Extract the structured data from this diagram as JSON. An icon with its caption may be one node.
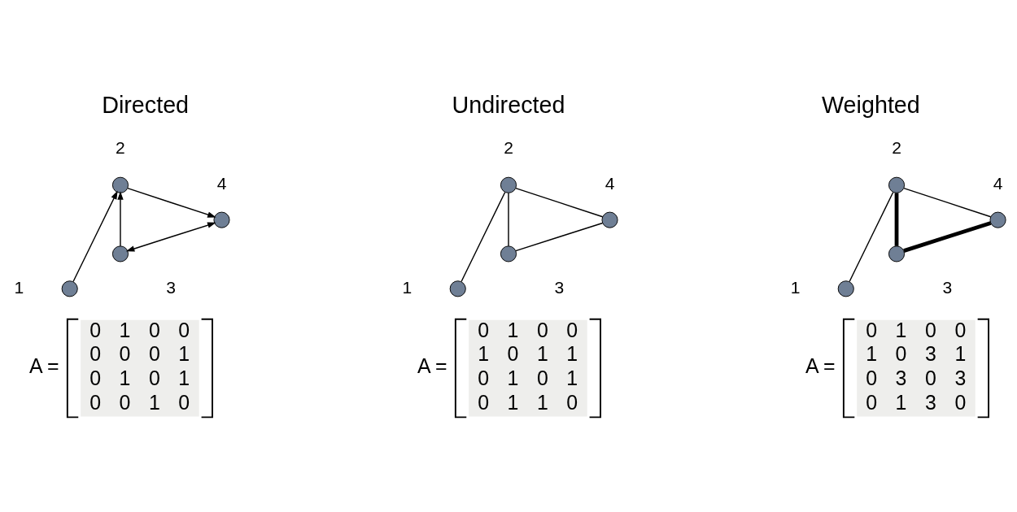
{
  "diagram": {
    "nodes": [
      {
        "text": [],
        "shape": "circle",
        "beside": [
          "1"
        ]
      },
      {
        "text": [],
        "shape": "circle",
        "beside": [
          "2"
        ]
      },
      {
        "text": [],
        "shape": "circle",
        "beside": [
          "3"
        ]
      },
      {
        "text": [],
        "shape": "circle",
        "beside": [
          "4"
        ]
      },
      {
        "text": [],
        "shape": "circle",
        "beside": [
          "1"
        ]
      },
      {
        "text": [],
        "shape": "circle",
        "beside": [
          "2"
        ]
      },
      {
        "text": [],
        "shape": "circle",
        "beside": [
          "3"
        ]
      },
      {
        "text": [],
        "shape": "circle",
        "beside": [
          "4"
        ]
      },
      {
        "text": [],
        "shape": "circle",
        "beside": [
          "1"
        ]
      },
      {
        "text": [],
        "shape": "circle",
        "beside": [
          "2"
        ]
      },
      {
        "text": [],
        "shape": "circle",
        "beside": [
          "3"
        ]
      },
      {
        "text": [],
        "shape": "circle",
        "beside": [
          "4"
        ]
      }
    ],
    "edges": [
      {
        "from": 0,
        "to": 1,
        "arrow": "to"
      },
      {
        "from": 1,
        "to": 3,
        "arrow": "to"
      },
      {
        "from": 2,
        "to": 1,
        "arrow": "to"
      },
      {
        "from": 2,
        "to": 3,
        "arrow": "both"
      },
      {
        "from": 4,
        "to": 5,
        "arrow": "none"
      },
      {
        "from": 5,
        "to": 6,
        "arrow": "none"
      },
      {
        "from": 5,
        "to": 7,
        "arrow": "none"
      },
      {
        "from": 6,
        "to": 7,
        "arrow": "none"
      },
      {
        "from": 8,
        "to": 9,
        "arrow": "none"
      },
      {
        "from": 9,
        "to": 10,
        "arrow": "none",
        "style": "thick"
      },
      {
        "from": 9,
        "to": 11,
        "arrow": "none"
      },
      {
        "from": 10,
        "to": 11,
        "arrow": "none",
        "style": "thick"
      }
    ],
    "labels": [
      "Directed",
      "Undirected",
      "Weighted",
      "A =",
      "0",
      "1",
      "0",
      "0",
      "0",
      "0",
      "0",
      "1",
      "0",
      "1",
      "0",
      "1",
      "0",
      "0",
      "1",
      "0",
      "A =",
      "0",
      "1",
      "0",
      "0",
      "1",
      "0",
      "1",
      "1",
      "0",
      "1",
      "0",
      "1",
      "0",
      "1",
      "1",
      "0",
      "A =",
      "0",
      "1",
      "0",
      "0",
      "1",
      "0",
      "3",
      "1",
      "0",
      "3",
      "0",
      "3",
      "0",
      "1",
      "3",
      "0"
    ]
  }
}
